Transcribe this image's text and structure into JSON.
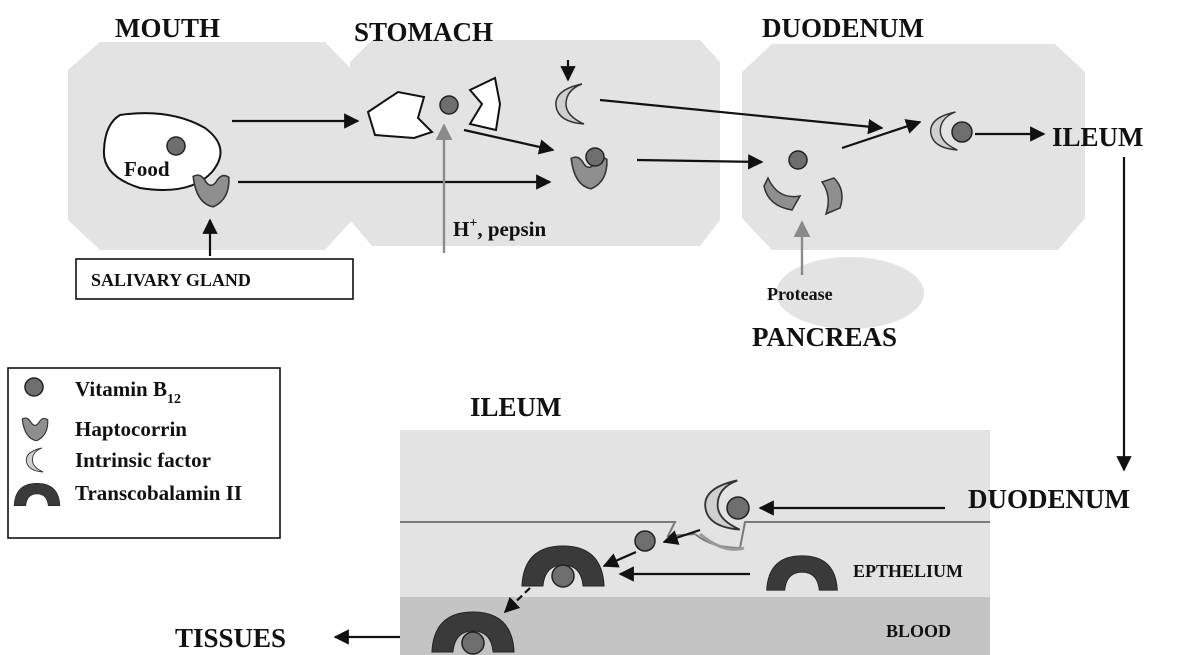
{
  "labels": {
    "mouth": "MOUTH",
    "stomach": "STOMACH",
    "duodenum_top": "DUODENUM",
    "ileum_right": "ILEUM",
    "food": "Food",
    "salivary_gland": "SALIVARY GLAND",
    "h_plus": "H",
    "h_plus_sup": "+",
    "pepsin": ", pepsin",
    "protease": "Protease",
    "pancreas": "PANCREAS",
    "ileum_bottom": "ILEUM",
    "duodenum_bottom": "DUODENUM",
    "epithelium": "EPTHELIUM",
    "blood": "BLOOD",
    "tissues": "TISSUES"
  },
  "legend": {
    "b12": "Vitamin B",
    "b12_sub": "12",
    "haptocorrin": "Haptocorrin",
    "intrinsic_factor": "Intrinsic factor",
    "transcobalamin": "Transcobalamin II"
  },
  "colors": {
    "region_fill": "#e3e3e3",
    "blood_fill": "#c4c4c4",
    "b12_fill": "#6e6e6e",
    "haptocorrin_fill": "#8f8f8f",
    "intrinsic_factor_fill": "#cfcfcf",
    "transcobalamin_fill": "#3a3a3a",
    "membrane": "#7a7a7a"
  },
  "icons": [
    "vitamin-b12-icon",
    "haptocorrin-icon",
    "intrinsic-factor-icon",
    "transcobalamin-icon"
  ]
}
